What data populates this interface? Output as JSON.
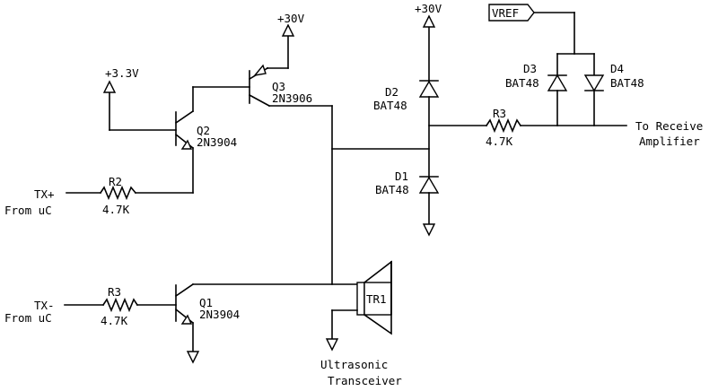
{
  "labels": {
    "vref": "VREF",
    "v30_top": "+30V",
    "v30_d2": "+30V",
    "v33": "+3.3V",
    "q3_name": "Q3",
    "q3_part": "2N3906",
    "q2_name": "Q2",
    "q2_part": "2N3904",
    "q1_name": "Q1",
    "q1_part": "2N3904",
    "d2_name": "D2",
    "d2_part": "BAT48",
    "d1_name": "D1",
    "d1_part": "BAT48",
    "d3_name": "D3",
    "d3_part": "BAT48",
    "d4_name": "D4",
    "d4_part": "BAT48",
    "r2_name": "R2",
    "r2_value": "4.7K",
    "r3a_name": "R3",
    "r3a_value": "4.7K",
    "r3b_name": "R3",
    "r3b_value": "4.7K",
    "txp": "TX+",
    "txp_from": "From uC",
    "txm": "TX-",
    "txm_from": "From uC",
    "rx_line1": "To Receive",
    "rx_line2": "Amplifier",
    "tr1": "TR1",
    "tr_line1": "Ultrasonic",
    "tr_line2": "Transceiver"
  }
}
